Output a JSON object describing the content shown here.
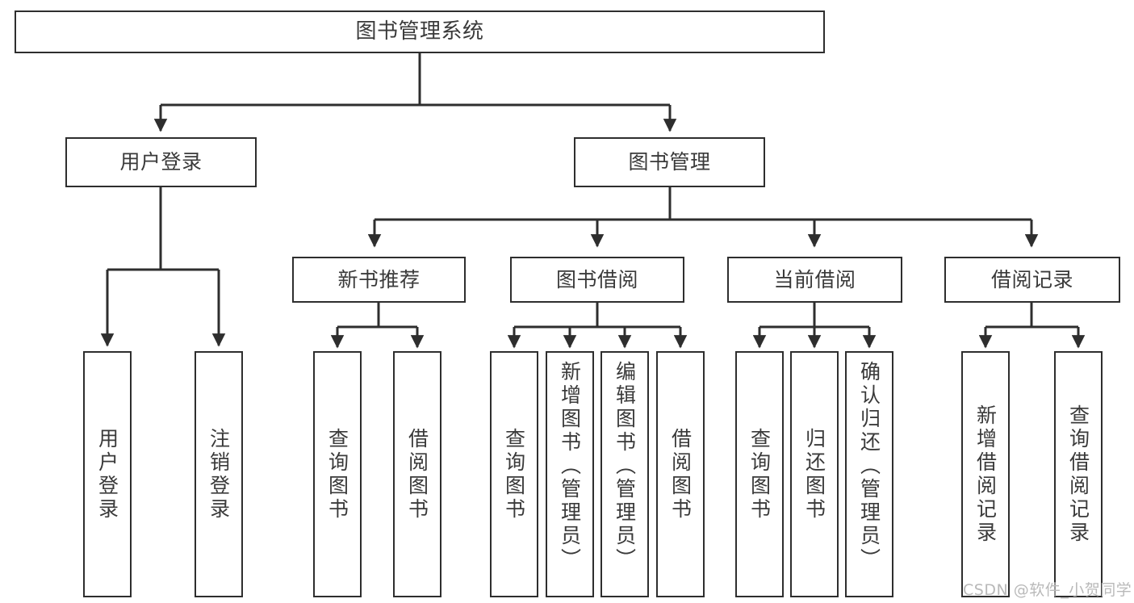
{
  "diagram": {
    "title": "图书管理系统",
    "type": "hierarchy-tree",
    "root": {
      "label": "图书管理系统"
    },
    "level2": [
      {
        "label": "用户登录"
      },
      {
        "label": "图书管理"
      }
    ],
    "level3": [
      {
        "label": "新书推荐"
      },
      {
        "label": "图书借阅"
      },
      {
        "label": "当前借阅"
      },
      {
        "label": "借阅记录"
      }
    ],
    "leaves": {
      "user_login": [
        "用户登录",
        "注销登录"
      ],
      "new_book_recommend": [
        "查询图书",
        "借阅图书"
      ],
      "book_borrow": [
        "查询图书",
        "新增图书（管理员）",
        "编辑图书（管理员）",
        "借阅图书"
      ],
      "current_borrow": [
        "查询图书",
        "归还图书",
        "确认归还（管理员）"
      ],
      "borrow_record": [
        "新增借阅记录",
        "查询借阅记录"
      ]
    }
  },
  "watermark": {
    "text": "CSDN @软件_小贺同学"
  },
  "colors": {
    "stroke": "#2e2e2e",
    "text": "#3a3a3a",
    "background": "#ffffff",
    "watermark": "#b9b9b9"
  }
}
